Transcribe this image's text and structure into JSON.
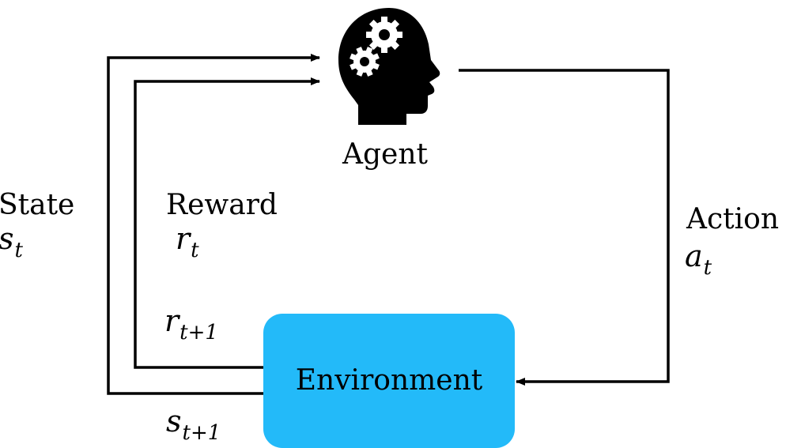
{
  "agent": {
    "label": "Agent",
    "icon": "head-with-gears-icon"
  },
  "environment": {
    "label": "Environment",
    "fill": "#23BAF9"
  },
  "labels": {
    "state": "State",
    "state_sym": {
      "base": "s",
      "sub": "t"
    },
    "reward": "Reward",
    "reward_sym": {
      "base": "r",
      "sub": "t"
    },
    "action": "Action",
    "action_sym": {
      "base": "a",
      "sub": "t"
    },
    "next_reward_sym": {
      "base": "r",
      "sub": "t+1"
    },
    "next_state_sym": {
      "base": "s",
      "sub": "t+1"
    }
  },
  "colors": {
    "line": "#000000",
    "environment": "#23BAF9"
  }
}
